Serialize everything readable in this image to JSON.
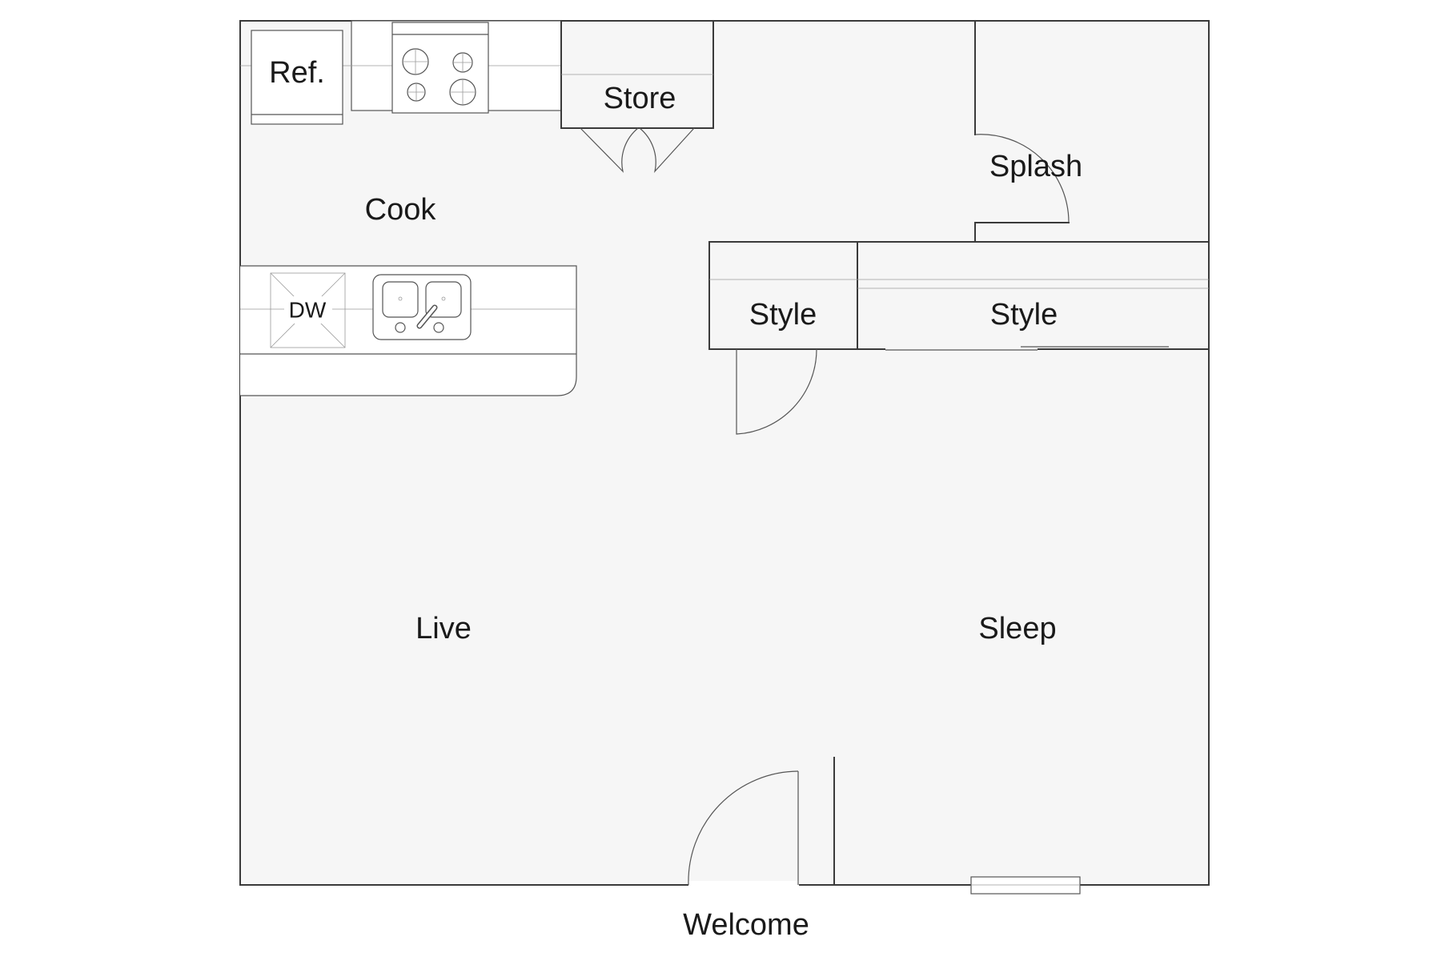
{
  "labels": {
    "ref": "Ref.",
    "store": "Store",
    "splash": "Splash",
    "cook": "Cook",
    "dw": "DW",
    "style_left": "Style",
    "style_right": "Style",
    "live": "Live",
    "sleep": "Sleep",
    "welcome": "Welcome"
  },
  "colors": {
    "floor": "#f6f6f6",
    "wall": "#3a3a3a",
    "text": "#1a1a1a"
  }
}
